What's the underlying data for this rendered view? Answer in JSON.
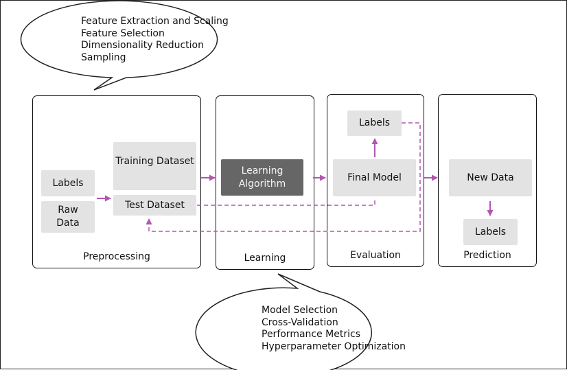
{
  "colors": {
    "arrow": "#b455b0",
    "box": "#e3e3e3",
    "dark_box": "#666666",
    "border": "#111111"
  },
  "callouts": {
    "preprocessing": [
      "Feature Extraction and Scaling",
      "Feature Selection",
      "Dimensionality Reduction",
      "Sampling"
    ],
    "learning": [
      "Model Selection",
      "Cross-Validation",
      "Performance Metrics",
      "Hyperparameter Optimization"
    ]
  },
  "panels": {
    "preprocessing": {
      "title": "Preprocessing",
      "labels": "Labels",
      "raw_data": "Raw\nData",
      "training_dataset": "Training Dataset",
      "test_dataset": "Test Dataset"
    },
    "learning": {
      "title": "Learning",
      "algorithm": "Learning\nAlgorithm"
    },
    "evaluation": {
      "title": "Evaluation",
      "labels": "Labels",
      "final_model": "Final Model"
    },
    "prediction": {
      "title": "Prediction",
      "new_data": "New Data",
      "labels": "Labels"
    }
  }
}
